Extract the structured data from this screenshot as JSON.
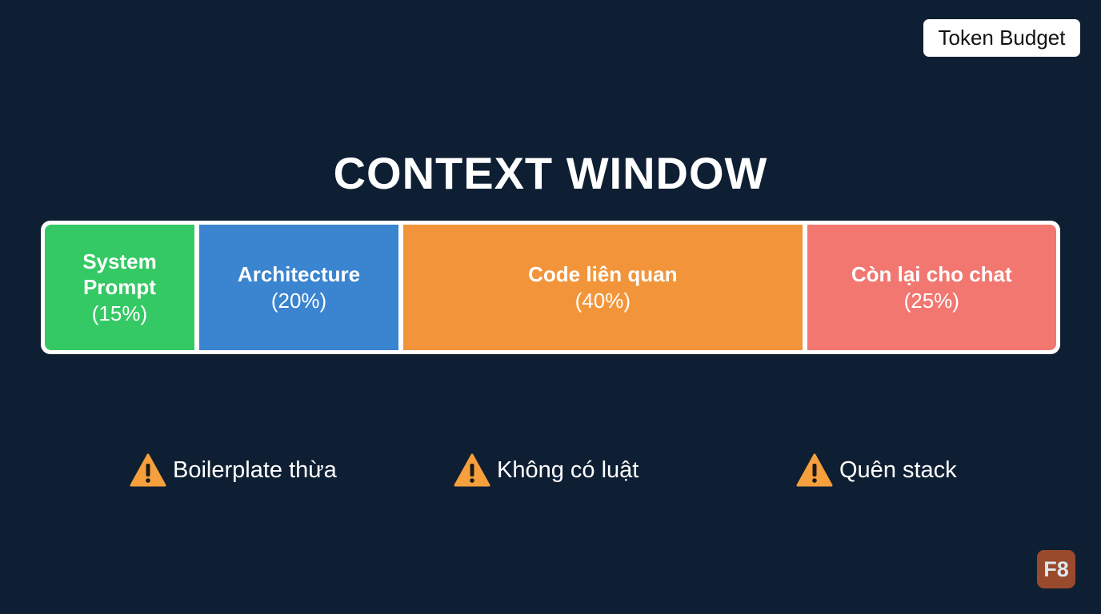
{
  "badge": {
    "label": "Token Budget"
  },
  "title": "CONTEXT WINDOW",
  "segments": [
    {
      "label": "System\nPrompt",
      "percent_text": "(15%)",
      "value": 15,
      "color": "#34c964"
    },
    {
      "label": "Architecture",
      "percent_text": "(20%)",
      "value": 20,
      "color": "#3a84d0"
    },
    {
      "label": "Code liên quan",
      "percent_text": "(40%)",
      "value": 40,
      "color": "#f2953a"
    },
    {
      "label": "Còn lại cho chat",
      "percent_text": "(25%)",
      "value": 25,
      "color": "#f17770"
    }
  ],
  "warnings": [
    {
      "icon": "warning-icon",
      "text": "Boilerplate thừa"
    },
    {
      "icon": "warning-icon",
      "text": "Không có luật"
    },
    {
      "icon": "warning-icon",
      "text": "Quên stack"
    }
  ],
  "warning_color": "#f5a03c",
  "logo": {
    "text": "F8"
  }
}
